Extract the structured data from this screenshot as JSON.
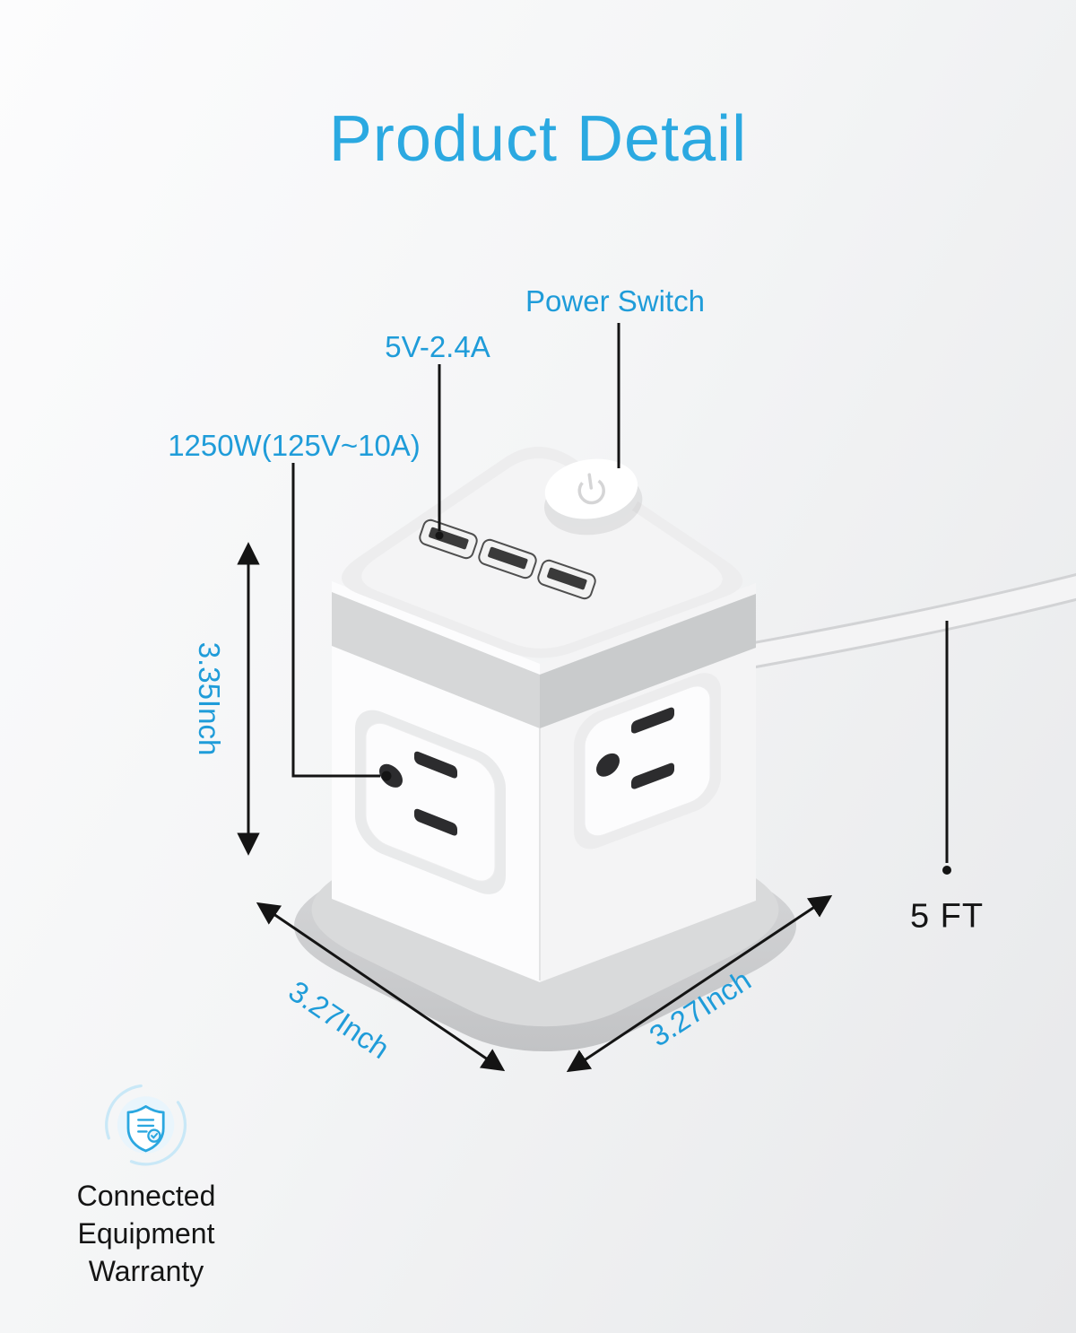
{
  "title": "Product Detail",
  "callouts": {
    "power_switch": "Power Switch",
    "usb_rating": "5V-2.4A",
    "outlet_rating": "1250W(125V~10A)",
    "cord_length": "5 FT"
  },
  "dimensions": {
    "height": "3.35Inch",
    "base_width": "3.27Inch",
    "base_depth": "3.27Inch"
  },
  "warranty": {
    "lines": [
      "Connected",
      "Equipment",
      "Warranty"
    ]
  },
  "colors": {
    "accent_blue": "#2BA9E1",
    "label_blue": "#1F9CD9",
    "annotation_line": "#141414",
    "cube_white": "#fcfcfd",
    "cube_gray_band": "#d6d7d8",
    "base_gray": "#c9cacc"
  }
}
